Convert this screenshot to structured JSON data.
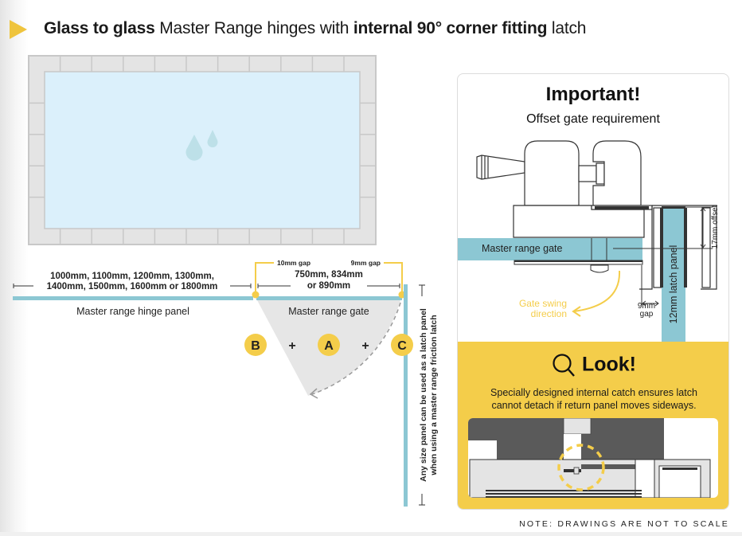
{
  "title": {
    "bold_1": "Glass to glass",
    "regular_1": " Master Range hinges with ",
    "bold_2": "internal 90° corner fitting",
    "regular_2": " latch"
  },
  "pool": {
    "icon": "water-drops-icon"
  },
  "layout_diagram": {
    "hinge_panel_sizes_line1": "1000mm, 1100mm, 1200mm, 1300mm,",
    "hinge_panel_sizes_line2": "1400mm, 1500mm, 1600mm or 1800mm",
    "hinge_panel_label": "Master range hinge panel",
    "gap_left": "10mm gap",
    "gap_right": "9mm gap",
    "gate_sizes_line1": "750mm, 834mm",
    "gate_sizes_line2": "or 890mm",
    "gate_label": "Master range gate",
    "badges": [
      "B",
      "A",
      "C"
    ],
    "plus": "+",
    "latch_note_line1": "Any size panel can be used as a latch panel",
    "latch_note_line2": "when using a master range friction latch"
  },
  "important_card": {
    "title": "Important!",
    "subtitle": "Offset gate requirement",
    "gate_label": "Master range gate",
    "offset_label": "17mm offset",
    "latch_panel_label": "12mm latch panel",
    "gap_label_line1": "9mm",
    "gap_label_line2": "gap",
    "swing_label_line1": "Gate swing",
    "swing_label_line2": "direction"
  },
  "look_panel": {
    "title": "Look!",
    "icon": "magnifier-icon",
    "text_line1": "Specially designed internal catch ensures latch",
    "text_line2": "cannot detach if return panel moves sideways."
  },
  "note": "NOTE: DRAWINGS ARE NOT TO SCALE",
  "colors": {
    "accent_yellow": "#f4cd4a",
    "glass_blue": "#8cc7d3",
    "pool_water": "#dbf0fb",
    "tile": "#e4e4e4"
  }
}
